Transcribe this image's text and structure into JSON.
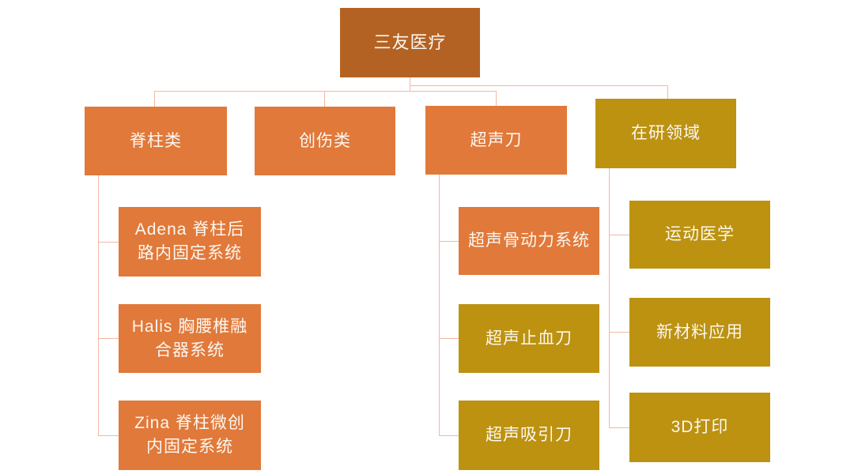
{
  "palette": {
    "root_brown": "#b46223",
    "orange": "#e1793a",
    "gold": "#bc9210",
    "line": "#f4b7a3",
    "text": "#fbf7f1",
    "background": "#ffffff"
  },
  "org_chart": {
    "root": {
      "label": "三友医疗",
      "color": "root_brown"
    },
    "branches": [
      {
        "label": "脊柱类",
        "color": "orange",
        "children": [
          {
            "label": "Adena 脊柱后\n路内固定系统",
            "color": "orange"
          },
          {
            "label": "Halis 胸腰椎融\n合器系统",
            "color": "orange"
          },
          {
            "label": "Zina 脊柱微创\n内固定系统",
            "color": "orange"
          }
        ]
      },
      {
        "label": "创伤类",
        "color": "orange",
        "children": []
      },
      {
        "label": "超声刀",
        "color": "orange",
        "children": [
          {
            "label": "超声骨动力系统",
            "color": "orange"
          },
          {
            "label": "超声止血刀",
            "color": "gold"
          },
          {
            "label": "超声吸引刀",
            "color": "gold"
          }
        ]
      },
      {
        "label": "在研领域",
        "color": "gold",
        "children": [
          {
            "label": "运动医学",
            "color": "gold"
          },
          {
            "label": "新材料应用",
            "color": "gold"
          },
          {
            "label": "3D打印",
            "color": "gold"
          }
        ]
      }
    ]
  }
}
